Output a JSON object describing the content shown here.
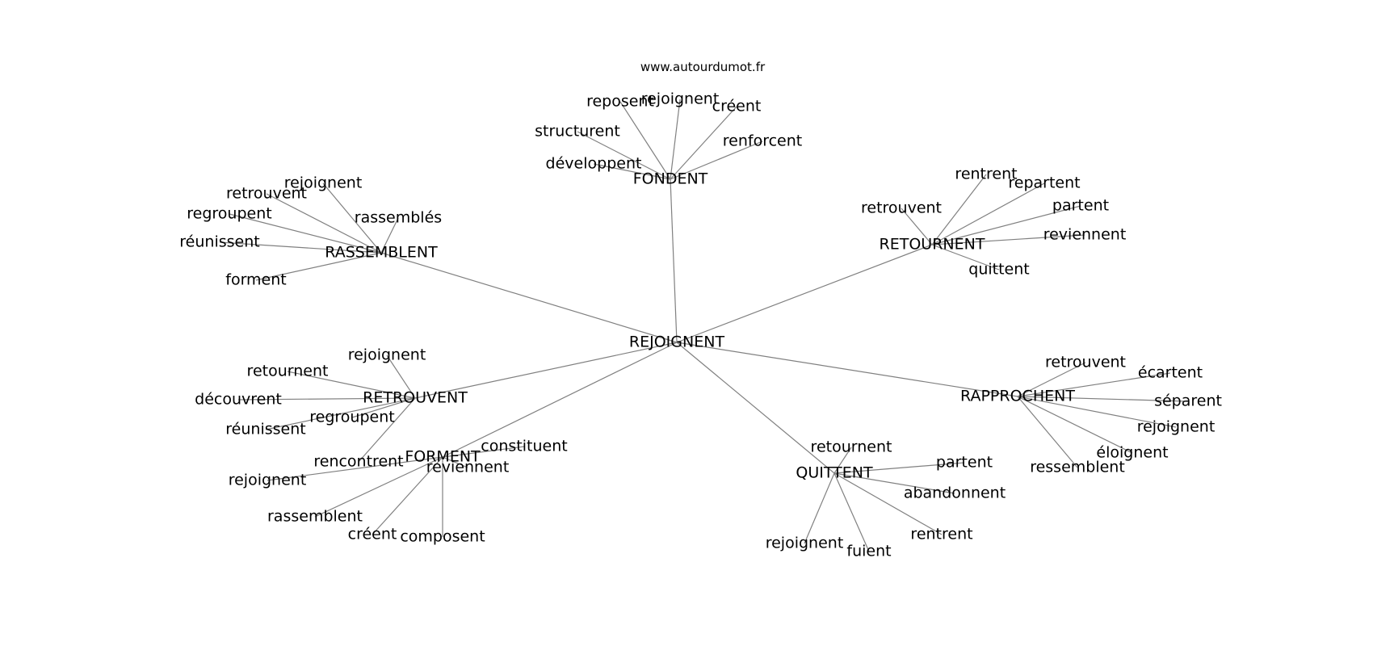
{
  "source": "www.autourdumot.fr",
  "center": {
    "id": "rejoignent",
    "label": "REJOIGNENT"
  },
  "hubs": [
    {
      "id": "fondent",
      "label": "FONDENT",
      "leaves": [
        "reposent",
        "rejoignent",
        "créent",
        "structurent",
        "renforcent",
        "développent"
      ]
    },
    {
      "id": "rassemblent",
      "label": "RASSEMBLENT",
      "leaves": [
        "rejoignent",
        "retrouvent",
        "regroupent",
        "rassemblés",
        "réunissent",
        "forment"
      ]
    },
    {
      "id": "retournent",
      "label": "RETOURNENT",
      "leaves": [
        "rentrent",
        "repartent",
        "retrouvent",
        "partent",
        "reviennent",
        "quittent"
      ]
    },
    {
      "id": "retrouvent",
      "label": "RETROUVENT",
      "leaves": [
        "rejoignent",
        "retournent",
        "découvrent",
        "regroupent",
        "réunissent",
        "rencontrent"
      ]
    },
    {
      "id": "forment",
      "label": "FORMENT",
      "leaves": [
        "constituent",
        "reviennent",
        "rejoignent",
        "rassemblent",
        "créent",
        "composent"
      ]
    },
    {
      "id": "rapprochent",
      "label": "RAPPROCHENT",
      "leaves": [
        "retrouvent",
        "écartent",
        "séparent",
        "rejoignent",
        "éloignent",
        "ressemblent"
      ]
    },
    {
      "id": "quittent",
      "label": "QUITTENT",
      "leaves": [
        "retournent",
        "partent",
        "abandonnent",
        "rentrent",
        "rejoignent",
        "fuient"
      ]
    }
  ]
}
